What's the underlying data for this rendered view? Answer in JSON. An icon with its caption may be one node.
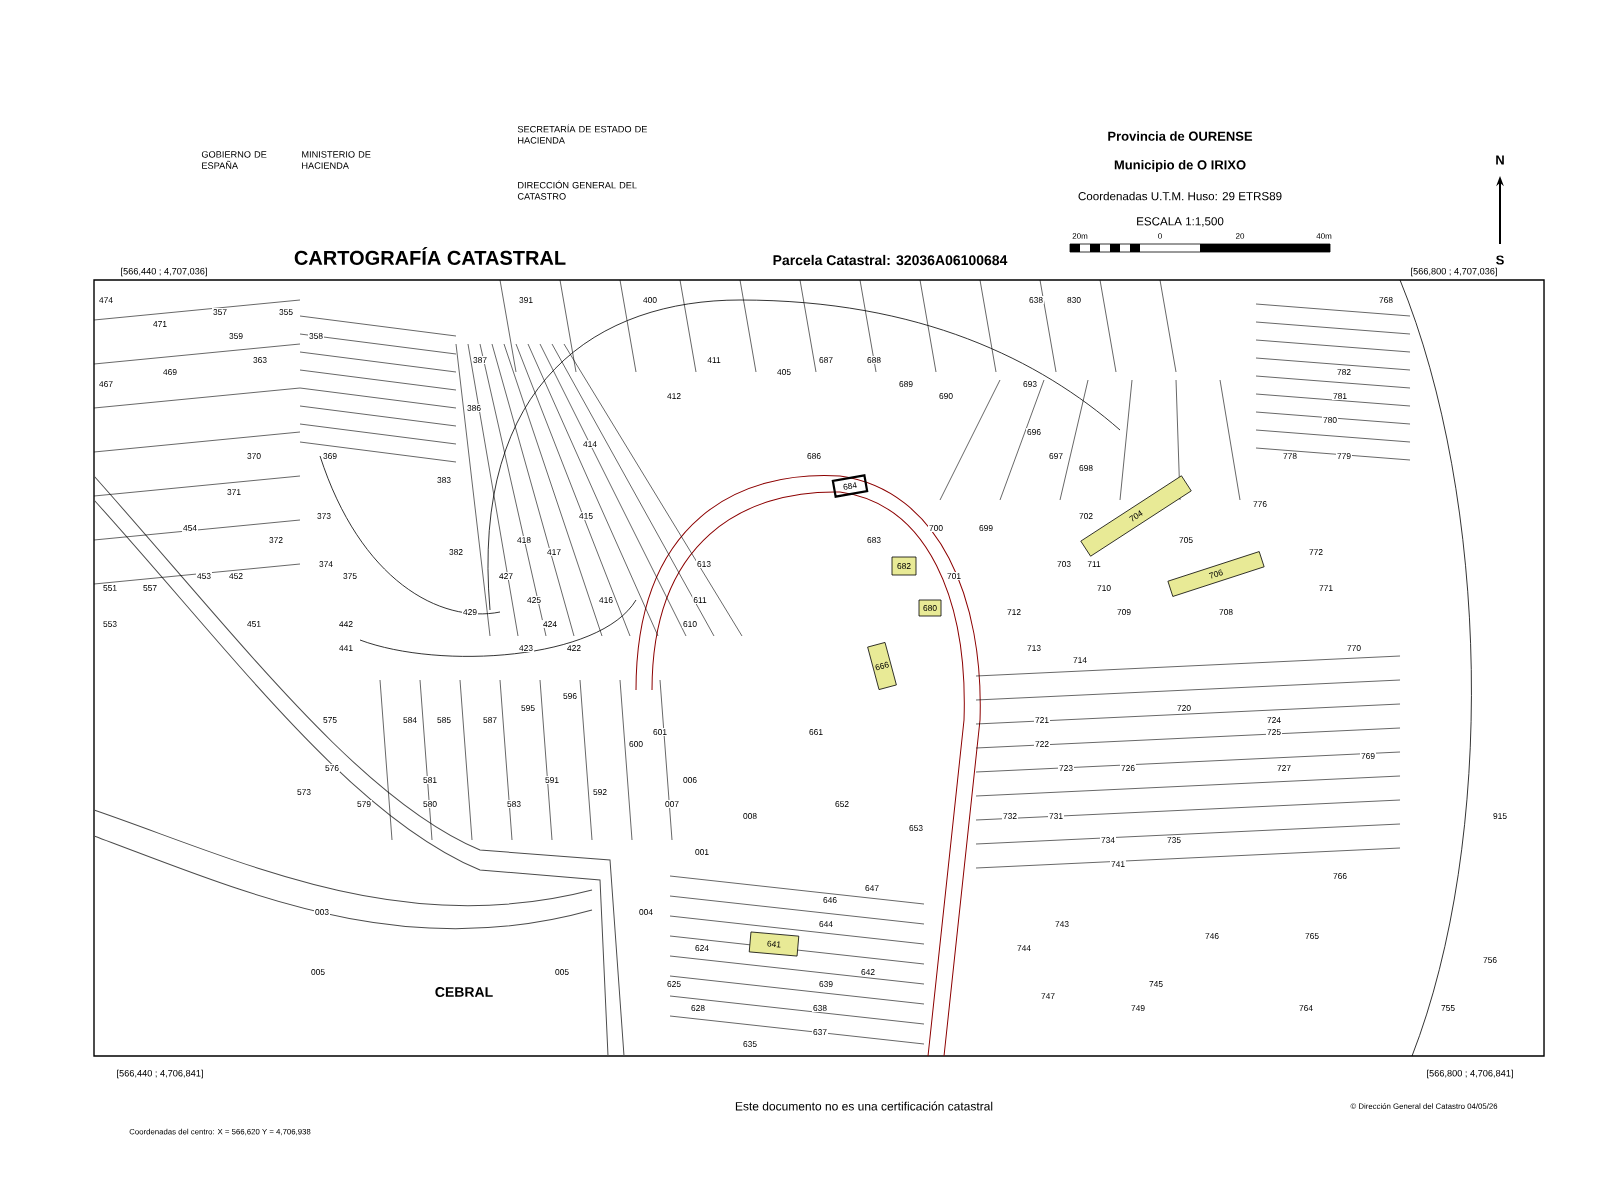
{
  "diagram": {
    "title": "CARTOGRAFÍA CATASTRAL",
    "nodes": [
      {
        "text": [
          "684"
        ]
      },
      {
        "text": [
          "682"
        ]
      },
      {
        "text": [
          "680"
        ]
      },
      {
        "text": [
          "666"
        ]
      },
      {
        "text": [
          "704"
        ]
      },
      {
        "text": [
          "706"
        ]
      },
      {
        "text": [
          "641"
        ]
      }
    ],
    "labels": [
      "GOBIERNO DE ESPAÑA",
      "MINISTERIO DE HACIENDA",
      "SECRETARÍA DE ESTADO DE HACIENDA",
      "DIRECCIÓN GENERAL DEL CATASTRO",
      "Provincia de OURENSE",
      "Municipio de O IRIXO",
      "Coordenadas U.T.M. Huso: 29 ETRS89",
      "ESCALA 1:1,500",
      "20m",
      "0",
      "20",
      "40m",
      "N",
      "S",
      "[566,440 ; 4,707,036]",
      "Parcela Catastral: 32036A06100684",
      "[566,800 ; 4,707,036]",
      "474",
      "391",
      "400",
      "638",
      "830",
      "768",
      "357",
      "355",
      "471",
      "359",
      "358",
      "363",
      "387",
      "411",
      "687",
      "688",
      "469",
      "405",
      "782",
      "467",
      "689",
      "693",
      "412",
      "690",
      "781",
      "386",
      "780",
      "696",
      "414",
      "370",
      "369",
      "686",
      "697",
      "778",
      "779",
      "698",
      "383",
      "371",
      "776",
      "373",
      "415",
      "702",
      "454",
      "700",
      "699",
      "372",
      "418",
      "683",
      "705",
      "382",
      "417",
      "772",
      "374",
      "613",
      "703",
      "711",
      "453",
      "452",
      "375",
      "427",
      "701",
      "551",
      "557",
      "710",
      "771",
      "425",
      "416",
      "611",
      "429",
      "712",
      "709",
      "708",
      "553",
      "451",
      "442",
      "424",
      "610",
      "441",
      "423",
      "422",
      "713",
      "770",
      "714",
      "596",
      "595",
      "720",
      "575",
      "584",
      "585",
      "587",
      "721",
      "724",
      "601",
      "661",
      "725",
      "600",
      "722",
      "769",
      "576",
      "723",
      "726",
      "727",
      "581",
      "591",
      "006",
      "573",
      "592",
      "579",
      "580",
      "583",
      "007",
      "652",
      "008",
      "732",
      "731",
      "915",
      "653",
      "734",
      "735",
      "001",
      "741",
      "766",
      "647",
      "646",
      "003",
      "004",
      "644",
      "743",
      "746",
      "765",
      "624",
      "744",
      "756",
      "005",
      "005",
      "642",
      "625",
      "639",
      "745",
      "747",
      "628",
      "638",
      "749",
      "764",
      "755",
      "637",
      "635",
      "CEBRAL",
      "[566,440 ; 4,706,841]",
      "[566,800 ; 4,706,841]",
      "Este documento no es una certificación catastral",
      "© Dirección General del Catastro 04/05/26",
      "Coordenadas del centro: X = 566,620 Y = 4,706,938"
    ]
  }
}
